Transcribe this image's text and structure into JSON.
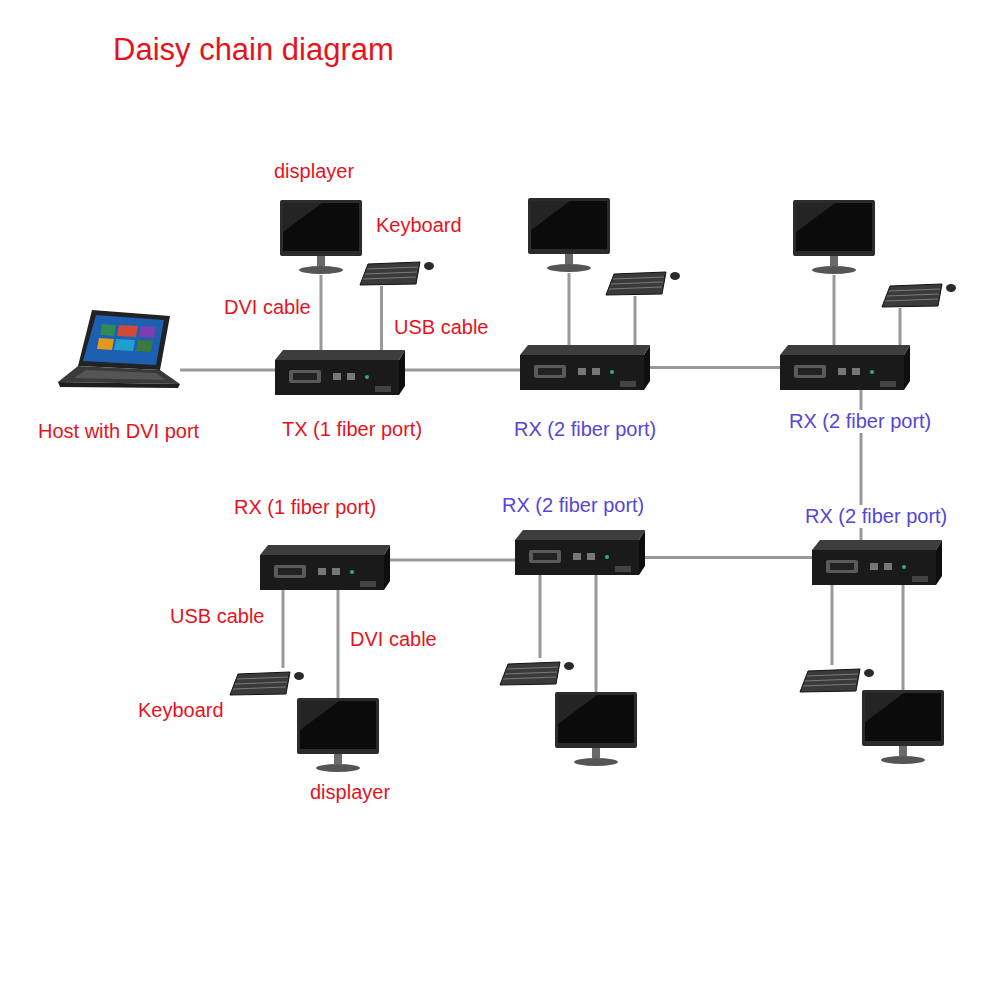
{
  "diagram": {
    "title": "Daisy chain diagram",
    "nodes": [
      {
        "text": [
          "displayer"
        ]
      },
      {
        "text": [
          "Keyboard"
        ]
      },
      {
        "text": [
          "Host with DVI port"
        ]
      },
      {
        "text": [
          "TX (1 fiber port)"
        ]
      },
      {
        "text": [
          "RX (2 fiber port)"
        ]
      },
      {
        "text": [
          "RX (2 fiber port)"
        ]
      },
      {
        "text": [
          "RX (1 fiber port)"
        ]
      },
      {
        "text": [
          "RX (2 fiber port)"
        ]
      },
      {
        "text": [
          "RX (2 fiber port)"
        ]
      },
      {
        "text": [
          "Keyboard"
        ]
      },
      {
        "text": [
          "displayer"
        ]
      }
    ],
    "edges": [
      {
        "from": 2,
        "to": 3,
        "arrow": "none"
      },
      {
        "from": 3,
        "to": 0,
        "label": "DVI cable",
        "arrow": "none"
      },
      {
        "from": 3,
        "to": 1,
        "label": "USB cable",
        "arrow": "none"
      },
      {
        "from": 3,
        "to": 4,
        "arrow": "none"
      },
      {
        "from": 4,
        "to": 5,
        "arrow": "none"
      },
      {
        "from": 5,
        "to": 8,
        "arrow": "none"
      },
      {
        "from": 8,
        "to": 7,
        "arrow": "none"
      },
      {
        "from": 7,
        "to": 6,
        "arrow": "none"
      },
      {
        "from": 6,
        "to": 9,
        "label": "USB cable",
        "arrow": "none"
      },
      {
        "from": 6,
        "to": 10,
        "label": "DVI cable",
        "arrow": "none"
      }
    ]
  }
}
